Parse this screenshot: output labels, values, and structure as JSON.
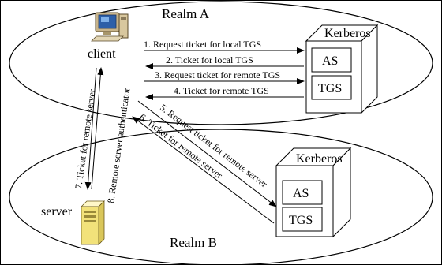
{
  "realms": {
    "a": "Realm A",
    "b": "Realm B"
  },
  "nodes": {
    "client": "client",
    "server": "server"
  },
  "kerberos_a": {
    "title": "Kerberos",
    "as": "AS",
    "tgs": "TGS"
  },
  "kerberos_b": {
    "title": "Kerberos",
    "as": "AS",
    "tgs": "TGS"
  },
  "messages": {
    "m1": "1. Request ticket for local TGS",
    "m2": "2. Ticket for local TGS",
    "m3": "3. Request ticket for remote TGS",
    "m4": "4. Ticket for remote TGS",
    "m5": "5. Request ticket for remote server",
    "m6": "6. Ticket for remote server",
    "m7": "7. Ticket for remote server",
    "m8": "8. Remote server authenticator"
  },
  "icons": {
    "client": "computer-icon",
    "server": "server-tower-icon"
  }
}
